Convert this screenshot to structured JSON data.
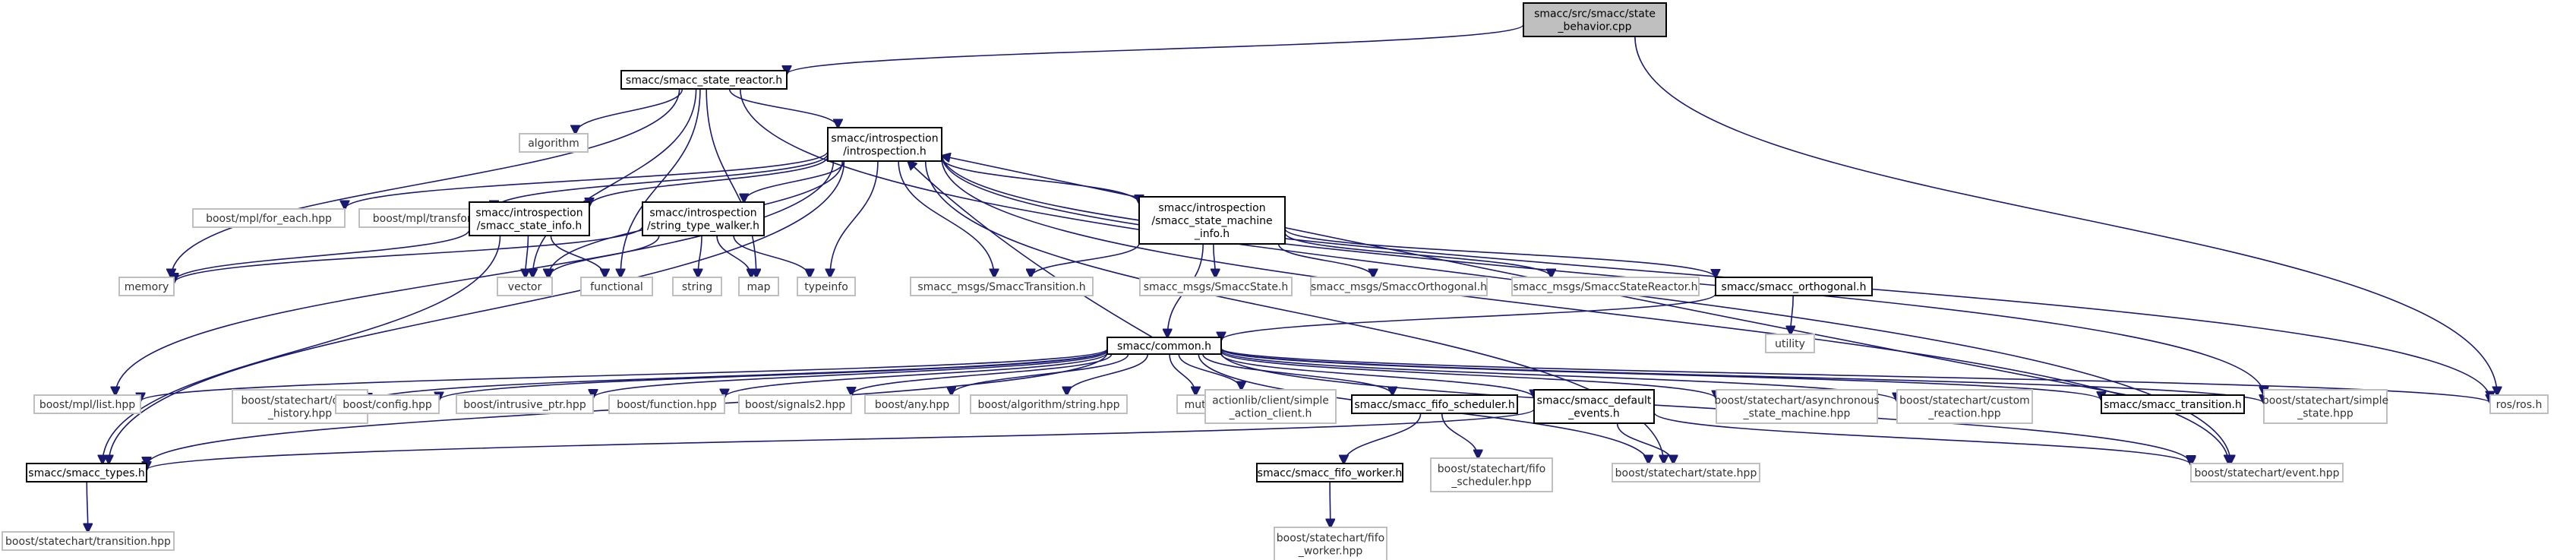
{
  "nodes": [
    {
      "id": "root",
      "lines": [
        "smacc/src/smacc/state",
        "_behavior.cpp"
      ],
      "kind": "root"
    },
    {
      "id": "state_reactor",
      "lines": [
        "smacc/smacc_state_reactor.h"
      ],
      "kind": "doc"
    },
    {
      "id": "algorithm",
      "lines": [
        "algorithm"
      ],
      "kind": "ext"
    },
    {
      "id": "introspection",
      "lines": [
        "smacc/introspection",
        "/introspection.h"
      ],
      "kind": "doc"
    },
    {
      "id": "mpl_for_each",
      "lines": [
        "boost/mpl/for_each.hpp"
      ],
      "kind": "ext"
    },
    {
      "id": "mpl_transform",
      "lines": [
        "boost/mpl/transform.hpp"
      ],
      "kind": "ext"
    },
    {
      "id": "state_info",
      "lines": [
        "smacc/introspection",
        "/smacc_state_info.h"
      ],
      "kind": "doc"
    },
    {
      "id": "type_walker",
      "lines": [
        "smacc/introspection",
        "/string_type_walker.h"
      ],
      "kind": "doc"
    },
    {
      "id": "sm_info",
      "lines": [
        "smacc/introspection",
        "/smacc_state_machine",
        "_info.h"
      ],
      "kind": "doc"
    },
    {
      "id": "memory",
      "lines": [
        "memory"
      ],
      "kind": "ext"
    },
    {
      "id": "vector",
      "lines": [
        "vector"
      ],
      "kind": "ext"
    },
    {
      "id": "functional",
      "lines": [
        "functional"
      ],
      "kind": "ext"
    },
    {
      "id": "string",
      "lines": [
        "string"
      ],
      "kind": "ext"
    },
    {
      "id": "map",
      "lines": [
        "map"
      ],
      "kind": "ext"
    },
    {
      "id": "typeinfo",
      "lines": [
        "typeinfo"
      ],
      "kind": "ext"
    },
    {
      "id": "msg_transition",
      "lines": [
        "smacc_msgs/SmaccTransition.h"
      ],
      "kind": "ext"
    },
    {
      "id": "msg_state",
      "lines": [
        "smacc_msgs/SmaccState.h"
      ],
      "kind": "ext"
    },
    {
      "id": "msg_orthogonal",
      "lines": [
        "smacc_msgs/SmaccOrthogonal.h"
      ],
      "kind": "ext"
    },
    {
      "id": "msg_state_reactor",
      "lines": [
        "smacc_msgs/SmaccStateReactor.h"
      ],
      "kind": "ext"
    },
    {
      "id": "smacc_orthogonal",
      "lines": [
        "smacc/smacc_orthogonal.h"
      ],
      "kind": "doc"
    },
    {
      "id": "utility",
      "lines": [
        "utility"
      ],
      "kind": "ext"
    },
    {
      "id": "common",
      "lines": [
        "smacc/common.h"
      ],
      "kind": "doc"
    },
    {
      "id": "mpl_list",
      "lines": [
        "boost/mpl/list.hpp"
      ],
      "kind": "ext"
    },
    {
      "id": "deep_history",
      "lines": [
        "boost/statechart/deep",
        "_history.hpp"
      ],
      "kind": "ext"
    },
    {
      "id": "config",
      "lines": [
        "boost/config.hpp"
      ],
      "kind": "ext"
    },
    {
      "id": "intrusive_ptr",
      "lines": [
        "boost/intrusive_ptr.hpp"
      ],
      "kind": "ext"
    },
    {
      "id": "function",
      "lines": [
        "boost/function.hpp"
      ],
      "kind": "ext"
    },
    {
      "id": "signals2",
      "lines": [
        "boost/signals2.hpp"
      ],
      "kind": "ext"
    },
    {
      "id": "any",
      "lines": [
        "boost/any.hpp"
      ],
      "kind": "ext"
    },
    {
      "id": "alg_string",
      "lines": [
        "boost/algorithm/string.hpp"
      ],
      "kind": "ext"
    },
    {
      "id": "mutex",
      "lines": [
        "mutex"
      ],
      "kind": "ext"
    },
    {
      "id": "action_client",
      "lines": [
        "actionlib/client/simple",
        "_action_client.h"
      ],
      "kind": "ext"
    },
    {
      "id": "fifo_scheduler",
      "lines": [
        "smacc/smacc_fifo_scheduler.h"
      ],
      "kind": "doc"
    },
    {
      "id": "default_events",
      "lines": [
        "smacc/smacc_default",
        "_events.h"
      ],
      "kind": "doc"
    },
    {
      "id": "async_sm",
      "lines": [
        "boost/statechart/asynchronous",
        "_state_machine.hpp"
      ],
      "kind": "ext"
    },
    {
      "id": "custom_reaction",
      "lines": [
        "boost/statechart/custom",
        "_reaction.hpp"
      ],
      "kind": "ext"
    },
    {
      "id": "smacc_transition",
      "lines": [
        "smacc/smacc_transition.h"
      ],
      "kind": "doc"
    },
    {
      "id": "simple_state",
      "lines": [
        "boost/statechart/simple",
        "_state.hpp"
      ],
      "kind": "ext"
    },
    {
      "id": "ros",
      "lines": [
        "ros/ros.h"
      ],
      "kind": "ext"
    },
    {
      "id": "smacc_types",
      "lines": [
        "smacc/smacc_types.h"
      ],
      "kind": "doc"
    },
    {
      "id": "fifo_worker",
      "lines": [
        "smacc/smacc_fifo_worker.h"
      ],
      "kind": "doc"
    },
    {
      "id": "fifo_sched_hpp",
      "lines": [
        "boost/statechart/fifo",
        "_scheduler.hpp"
      ],
      "kind": "ext"
    },
    {
      "id": "state_hpp",
      "lines": [
        "boost/statechart/state.hpp"
      ],
      "kind": "ext"
    },
    {
      "id": "event_hpp",
      "lines": [
        "boost/statechart/event.hpp"
      ],
      "kind": "ext"
    },
    {
      "id": "transition_hpp",
      "lines": [
        "boost/statechart/transition.hpp"
      ],
      "kind": "ext"
    },
    {
      "id": "fifo_worker_hpp",
      "lines": [
        "boost/statechart/fifo",
        "_worker.hpp"
      ],
      "kind": "ext"
    }
  ],
  "edges": [
    [
      "root",
      "state_reactor"
    ],
    [
      "root",
      "ros"
    ],
    [
      "state_reactor",
      "algorithm"
    ],
    [
      "state_reactor",
      "introspection"
    ],
    [
      "state_reactor",
      "memory"
    ],
    [
      "state_reactor",
      "vector"
    ],
    [
      "state_reactor",
      "functional"
    ],
    [
      "state_reactor",
      "map"
    ],
    [
      "state_reactor",
      "event_hpp"
    ],
    [
      "introspection",
      "mpl_for_each"
    ],
    [
      "introspection",
      "mpl_transform"
    ],
    [
      "introspection",
      "state_info"
    ],
    [
      "introspection",
      "type_walker"
    ],
    [
      "introspection",
      "sm_info"
    ],
    [
      "introspection",
      "typeinfo"
    ],
    [
      "introspection",
      "msg_transition"
    ],
    [
      "introspection",
      "vector"
    ],
    [
      "introspection",
      "mpl_list"
    ],
    [
      "introspection",
      "smacc_types"
    ],
    [
      "introspection",
      "ros"
    ],
    [
      "introspection",
      "simple_state"
    ],
    [
      "introspection",
      "event_hpp"
    ],
    [
      "introspection",
      "state_hpp"
    ],
    [
      "state_info",
      "memory"
    ],
    [
      "state_info",
      "vector"
    ],
    [
      "state_info",
      "functional"
    ],
    [
      "state_info",
      "smacc_types"
    ],
    [
      "type_walker",
      "memory"
    ],
    [
      "type_walker",
      "vector"
    ],
    [
      "type_walker",
      "string"
    ],
    [
      "type_walker",
      "map"
    ],
    [
      "type_walker",
      "typeinfo"
    ],
    [
      "sm_info",
      "msg_transition"
    ],
    [
      "sm_info",
      "msg_state"
    ],
    [
      "sm_info",
      "msg_orthogonal"
    ],
    [
      "sm_info",
      "msg_state_reactor"
    ],
    [
      "sm_info",
      "smacc_orthogonal"
    ],
    [
      "sm_info",
      "common"
    ],
    [
      "smacc_orthogonal",
      "utility"
    ],
    [
      "smacc_orthogonal",
      "common"
    ],
    [
      "common",
      "introspection"
    ],
    [
      "common",
      "mpl_list"
    ],
    [
      "common",
      "deep_history"
    ],
    [
      "common",
      "config"
    ],
    [
      "common",
      "intrusive_ptr"
    ],
    [
      "common",
      "function"
    ],
    [
      "common",
      "signals2"
    ],
    [
      "common",
      "any"
    ],
    [
      "common",
      "alg_string"
    ],
    [
      "common",
      "mutex"
    ],
    [
      "common",
      "action_client"
    ],
    [
      "common",
      "fifo_scheduler"
    ],
    [
      "common",
      "default_events"
    ],
    [
      "common",
      "async_sm"
    ],
    [
      "common",
      "custom_reaction"
    ],
    [
      "common",
      "smacc_transition"
    ],
    [
      "common",
      "simple_state"
    ],
    [
      "common",
      "ros"
    ],
    [
      "common",
      "smacc_types"
    ],
    [
      "common",
      "state_hpp"
    ],
    [
      "common",
      "event_hpp"
    ],
    [
      "smacc_transition",
      "introspection"
    ],
    [
      "fifo_scheduler",
      "fifo_worker"
    ],
    [
      "fifo_scheduler",
      "fifo_sched_hpp"
    ],
    [
      "fifo_worker",
      "fifo_worker_hpp"
    ],
    [
      "default_events",
      "smacc_types"
    ],
    [
      "default_events",
      "state_hpp"
    ],
    [
      "default_events",
      "event_hpp"
    ],
    [
      "smacc_types",
      "transition_hpp"
    ]
  ]
}
